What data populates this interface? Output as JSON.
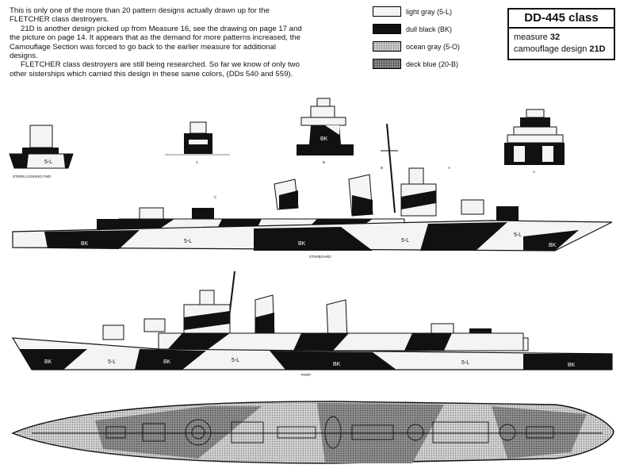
{
  "intro": {
    "p1": "This is only one of the more than 20 pattern designs actually drawn up for the FLETCHER class destroyers.",
    "p2": "21D is another design picked up from Measure 16, see the drawing on page 17 and the picture on page 14. It appears that as the demand for more patterns increased, the Camouflage Section was forced to go back to the earlier measure for additional designs.",
    "p3": "FLETCHER class destroyers are still being researched. So far we know of only two other sisterships which carried this design in these same colors, (DDs 540 and 559)."
  },
  "legend": [
    {
      "label": "light gray (5-L)",
      "color": "#f4f4f4"
    },
    {
      "label": "dull black (BK)",
      "color": "#111111"
    },
    {
      "label": "ocean gray (5-O)",
      "color": "#cfcfcf"
    },
    {
      "label": "deck blue (20-B)",
      "color": "#8e8e8e"
    }
  ],
  "classbox": {
    "title": "DD-445 class",
    "measure_label": "measure",
    "measure_value": "32",
    "design_label": "camouflage design",
    "design_value": "21D"
  },
  "views": {
    "stern_label": "5-L",
    "stern_caption": "STERN   LOOKING   FWD",
    "section_c": "C",
    "section_b": "B",
    "section_b_mark": "BK",
    "section_a": "A",
    "starboard_caption": "STARBOARD",
    "port_caption": "PORT",
    "marker_a": "A",
    "marker_b": "B",
    "marker_c": "C"
  },
  "starboard_labels": [
    "BK",
    "5-L",
    "BK",
    "5-L",
    "5-L",
    "BK"
  ],
  "port_labels": [
    "BK",
    "5-L",
    "BK",
    "5-L",
    "BK",
    "5-L",
    "BK"
  ]
}
